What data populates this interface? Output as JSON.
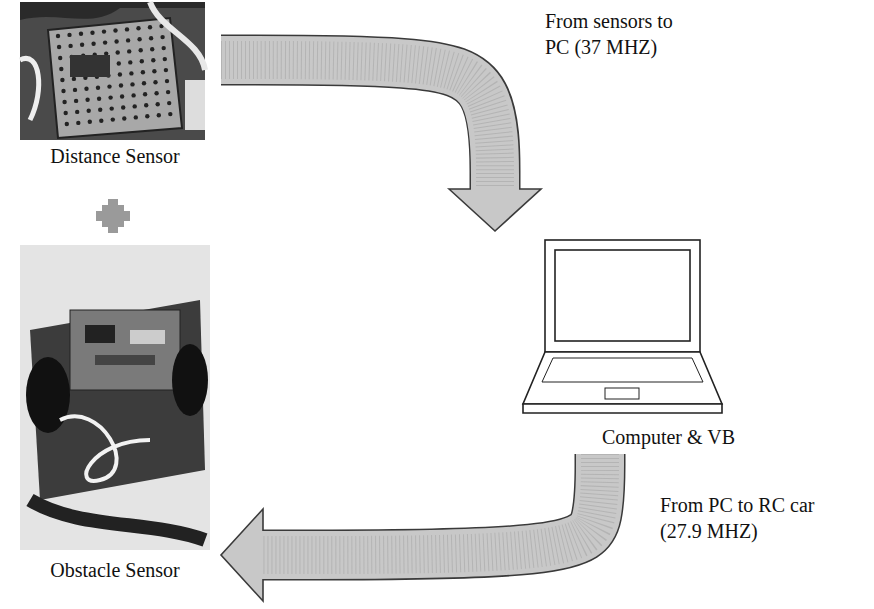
{
  "diagram": {
    "nodes": [
      {
        "text": [
          "Distance Sensor"
        ]
      },
      {
        "text": [
          "Obstacle Sensor"
        ]
      },
      {
        "text": [
          "Computer & VB"
        ]
      }
    ],
    "edges": [
      {
        "from": 0,
        "to": 2,
        "arrow": "to",
        "label": "From sensors to PC (37 MHZ)"
      },
      {
        "from": 2,
        "to": 1,
        "arrow": "to",
        "label": "From PC to RC car (27.9 MHZ)"
      }
    ]
  }
}
